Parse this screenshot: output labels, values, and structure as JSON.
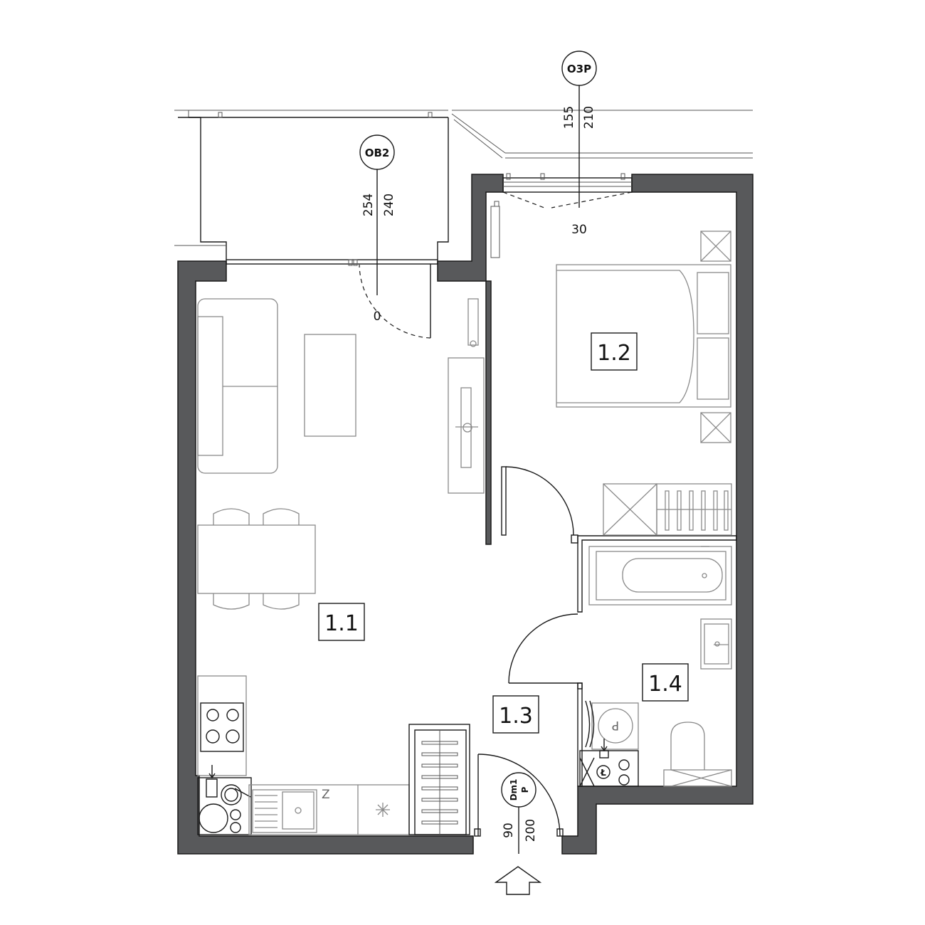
{
  "rooms": [
    {
      "id": "room-1-1",
      "label": "1.1"
    },
    {
      "id": "room-1-2",
      "label": "1.2"
    },
    {
      "id": "room-1-3",
      "label": "1.3"
    },
    {
      "id": "room-1-4",
      "label": "1.4"
    }
  ],
  "window_tags": {
    "ob2": {
      "code": "OB2",
      "dim_a": "254",
      "dim_b": "240"
    },
    "o3p": {
      "code": "O3P",
      "dim_a": "155",
      "dim_b": "210",
      "sill": "30"
    }
  },
  "door_tag": {
    "code": "Dm1",
    "sub": "P",
    "width": "90",
    "height": "200"
  },
  "fixture_marks": {
    "balcony_door": "0",
    "sink_z": "Z",
    "boiler_p": "P",
    "meter_l": "Ł"
  },
  "colors": {
    "wall": "#58595b",
    "line": "#1a1a1a",
    "furniture": "#8a8a8a"
  }
}
